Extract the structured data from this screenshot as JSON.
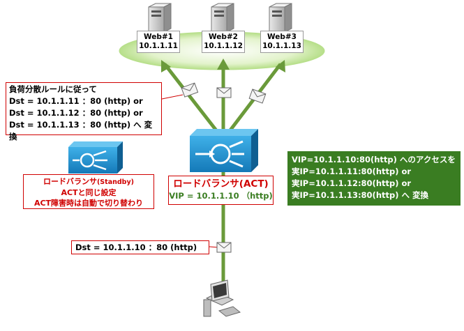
{
  "colors": {
    "link_green": "#6a9a3a",
    "lb_blue": "#1e8fcf",
    "callout_red": "#d00000",
    "ellipse_green": "#c8e6a0",
    "vip_box_green": "#3a7d22"
  },
  "servers": [
    {
      "name": "Web#1",
      "ip": "10.1.1.11"
    },
    {
      "name": "Web#2",
      "ip": "10.1.1.12"
    },
    {
      "name": "Web#3",
      "ip": "10.1.1.13"
    }
  ],
  "rule_callout": {
    "line1": "負荷分散ルールに従って",
    "line2": "Dst = 10.1.1.11 ：80 (http) or",
    "line3": "Dst = 10.1.1.12 ：80 (http) or",
    "line4": "Dst = 10.1.1.13 ：80 (http) へ 変換"
  },
  "standby_lb": {
    "title": "ロードバランサ",
    "title_suffix": "(Standby)",
    "line2": "ACTと同じ設定",
    "line3": "ACT障害時は自動で切り替わり"
  },
  "active_lb": {
    "title": "ロードバランサ(ACT)",
    "vip": "VIP = 10.1.1.10 （http)"
  },
  "vip_note": {
    "line1": "VIP=10.1.1.10:80(http) へのアクセスを",
    "line2": "実IP=10.1.1.11:80(http) or",
    "line3": "実IP=10.1.1.12:80(http) or",
    "line4": "実IP=10.1.1.13:80(http) へ 変換"
  },
  "client_callout": {
    "text": "Dst = 10.1.1.10 ：80 (http)"
  },
  "icons": {
    "server": "server-tower-icon",
    "load_balancer": "load-balancer-icon",
    "packet": "envelope-packet-icon",
    "client": "workstation-icon"
  }
}
